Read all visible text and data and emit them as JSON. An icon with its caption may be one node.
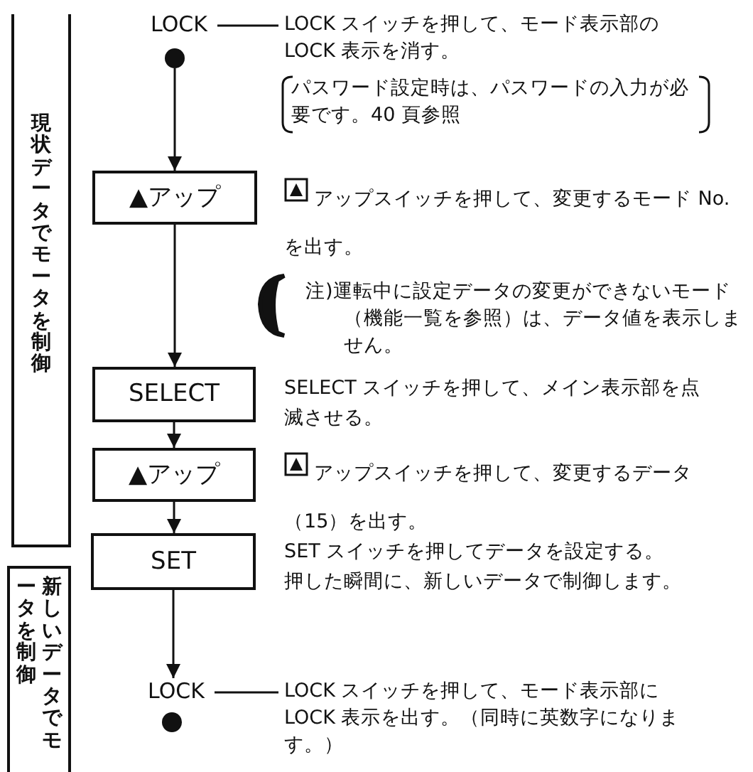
{
  "diagram": {
    "nodes": [
      {
        "text": [
          "現状データでモータを制御"
        ]
      },
      {
        "text": [
          "新しいデータでモータを制御"
        ]
      },
      {
        "text": [
          "LOCK"
        ]
      },
      {
        "text": [],
        "shape": "circle"
      },
      {
        "text": [
          "LOCK スイッチを押して、モード表示部のLOCK 表示を消す。"
        ]
      },
      {
        "text": [
          "▲アップ"
        ],
        "beside": [
          "アップスイッチを押して、変更するモード No.を出す。"
        ]
      },
      {
        "text": [
          "SELECT"
        ],
        "beside": [
          "SELECT スイッチを押して、メイン表示部を点滅させる。"
        ]
      },
      {
        "text": [
          "▲アップ"
        ],
        "beside": [
          "アップスイッチを押して、変更するデータ（15）を出す。"
        ]
      },
      {
        "text": [
          "SET"
        ],
        "beside": [
          "SET スイッチを押してデータを設定する。押した瞬間に、新しいデータで制御します。"
        ]
      },
      {
        "text": [
          "LOCK"
        ]
      },
      {
        "text": [],
        "shape": "circle"
      },
      {
        "text": [
          "LOCK スイッチを押して、モード表示部にLOCK 表示を出す。（同時に英数字になります。）"
        ]
      }
    ],
    "edges": [
      {
        "from": 2,
        "to": 4,
        "arrow": "none"
      },
      {
        "from": 3,
        "to": 5,
        "arrow": "to"
      },
      {
        "from": 5,
        "to": 6,
        "arrow": "to"
      },
      {
        "from": 6,
        "to": 7,
        "arrow": "to"
      },
      {
        "from": 7,
        "to": 8,
        "arrow": "to"
      },
      {
        "from": 8,
        "to": 9,
        "arrow": "to"
      },
      {
        "from": 9,
        "to": 11,
        "arrow": "none"
      }
    ],
    "labels": [
      "パスワード設定時は、パスワードの入力が必要です。40 頁参照",
      "注)運転中に設定データの変更ができないモード（機能一覧を参照）は、データ値を表示しません。"
    ]
  }
}
